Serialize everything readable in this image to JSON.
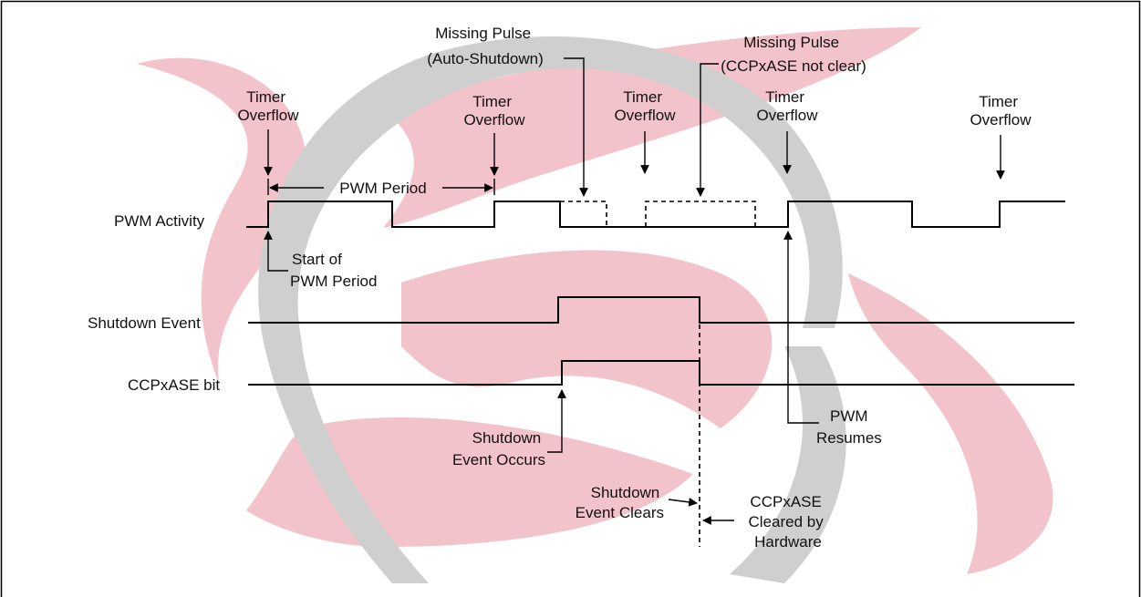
{
  "labels": {
    "pwm_activity": "PWM Activity",
    "shutdown_event": "Shutdown Event",
    "ccpxase_bit": "CCPxASE bit",
    "timer_overflow_1": [
      "Timer",
      "Overflow"
    ],
    "timer_overflow_2": [
      "Timer",
      "Overflow"
    ],
    "timer_overflow_3": [
      "Timer",
      "Overflow"
    ],
    "timer_overflow_4": [
      "Timer",
      "Overflow"
    ],
    "timer_overflow_5": [
      "Timer",
      "Overflow"
    ],
    "pwm_period": "PWM Period",
    "missing_pulse_auto": [
      "Missing Pulse",
      "(Auto-Shutdown)"
    ],
    "missing_pulse_notclear": [
      "Missing Pulse",
      "(CCPxASE not clear)"
    ],
    "start_of_pwm_period": [
      "Start of",
      "PWM Period"
    ],
    "shutdown_event_occurs": [
      "Shutdown",
      "Event Occurs"
    ],
    "shutdown_event_clears": [
      "Shutdown",
      "Event Clears"
    ],
    "ccpxase_cleared": [
      "CCPxASE",
      "Cleared by",
      "Hardware"
    ],
    "pwm_resumes": [
      "PWM",
      "Resumes"
    ]
  },
  "colors": {
    "line": "#000000",
    "watermark_pink": "#f2c3cb",
    "watermark_gray": "#cfcfcf",
    "border": "#000000"
  }
}
